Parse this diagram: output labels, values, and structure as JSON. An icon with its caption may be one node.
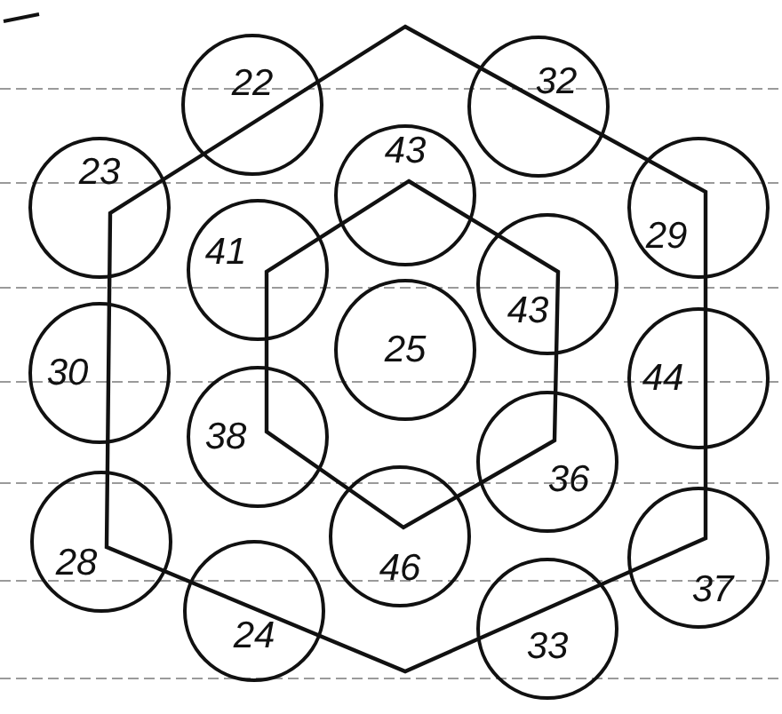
{
  "diagram": {
    "nodes": [
      {
        "text": [
          "22"
        ]
      },
      {
        "text": [
          "32"
        ]
      },
      {
        "text": [
          "23"
        ]
      },
      {
        "text": [
          "43"
        ]
      },
      {
        "text": [
          "29"
        ]
      },
      {
        "text": [
          "41"
        ]
      },
      {
        "text": [
          "43"
        ]
      },
      {
        "text": [
          "30"
        ]
      },
      {
        "text": [
          "25"
        ]
      },
      {
        "text": [
          "44"
        ]
      },
      {
        "text": [
          "38"
        ]
      },
      {
        "text": [
          "36"
        ]
      },
      {
        "text": [
          "28"
        ]
      },
      {
        "text": [
          "46"
        ]
      },
      {
        "text": [
          "37"
        ]
      },
      {
        "text": [
          "24"
        ]
      },
      {
        "text": [
          "33"
        ]
      }
    ]
  }
}
